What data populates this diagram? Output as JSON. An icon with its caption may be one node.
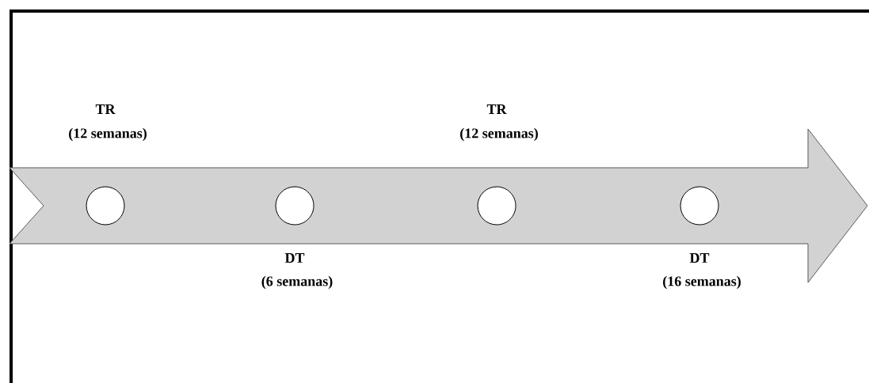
{
  "diagram": {
    "nodes": [
      {
        "text": [],
        "shape": "circle",
        "beside": [
          "TR",
          "(12 semanas)"
        ]
      },
      {
        "text": [],
        "shape": "circle",
        "beside": [
          "DT",
          "(6 semanas)"
        ]
      },
      {
        "text": [],
        "shape": "circle",
        "beside": [
          "TR",
          "(12 semanas)"
        ]
      },
      {
        "text": [],
        "shape": "circle",
        "beside": [
          "DT",
          "(16 semanas)"
        ]
      }
    ]
  }
}
